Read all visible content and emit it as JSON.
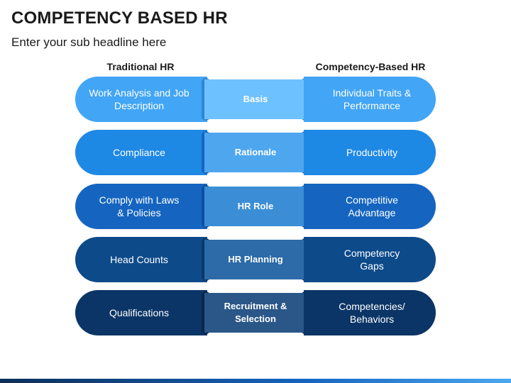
{
  "header": {
    "title": "COMPETENCY BASED HR",
    "subtitle": "Enter your sub headline here"
  },
  "columns": {
    "left": "Traditional HR",
    "right": "Competency-Based HR"
  },
  "rows": [
    {
      "left": "Work Analysis and Job\nDescription",
      "center": "Basis",
      "right": "Individual Traits &\nPerformance",
      "color": "#42a5f5",
      "band": "#6ec1ff",
      "cap": "#2f86d6"
    },
    {
      "left": "Compliance",
      "center": "Rationale",
      "right": "Productivity",
      "color": "#1e88e5",
      "band": "#4ea6ef",
      "cap": "#1565c0"
    },
    {
      "left": "Comply with Laws\n& Policies",
      "center": "HR Role",
      "right": "Competitive\nAdvantage",
      "color": "#1565c0",
      "band": "#3b8ed6",
      "cap": "#0d4f9e"
    },
    {
      "left": "Head Counts",
      "center": "HR Planning",
      "right": "Competency\nGaps",
      "color": "#0d4a8a",
      "band": "#2c6aa8",
      "cap": "#093869"
    },
    {
      "left": "Qualifications",
      "center": "Recruitment &\nSelection",
      "right": "Competencies/\nBehaviors",
      "color": "#0b3566",
      "band": "#2a5688",
      "cap": "#072649"
    }
  ]
}
